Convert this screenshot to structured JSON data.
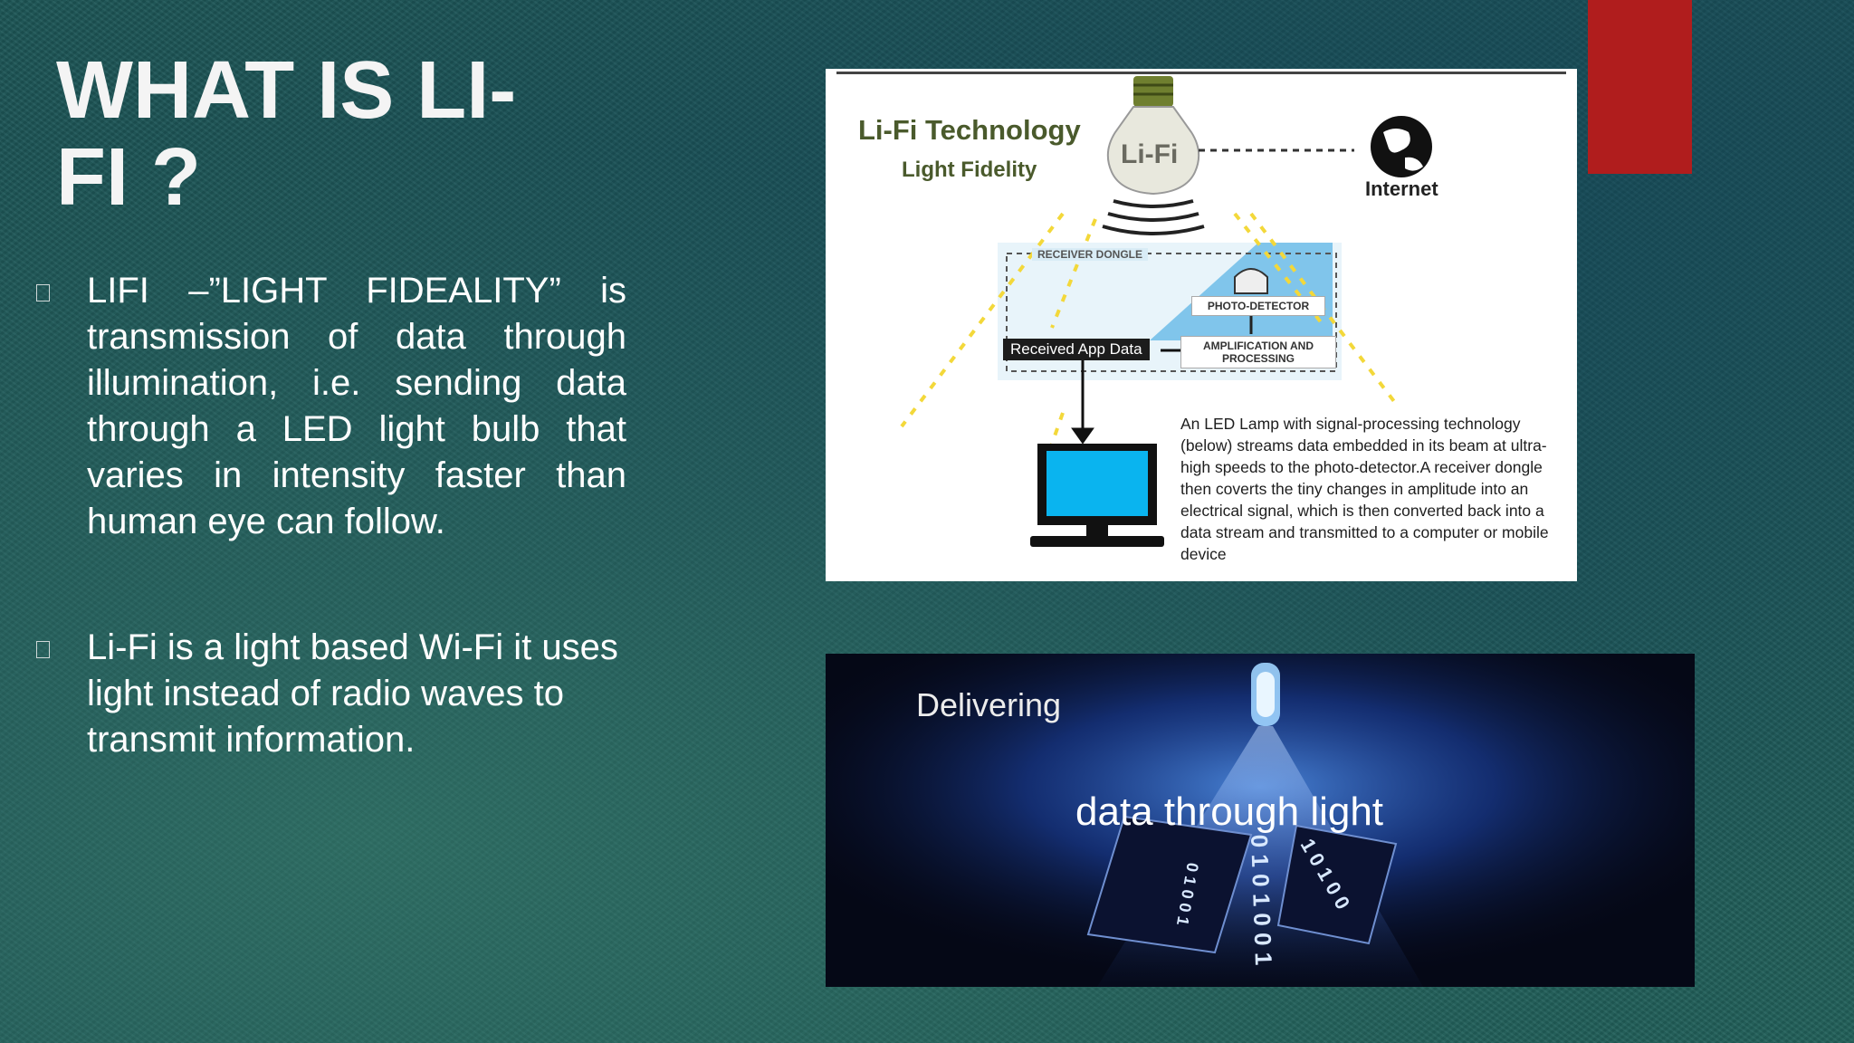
{
  "slide": {
    "title": "WHAT IS LI- FI ?",
    "bullets": [
      "LIFI –”LIGHT FIDEALITY” is transmission of data through illumination, i.e. sending data through a LED light bulb that varies in intensity faster than human eye can follow.",
      "Li-Fi  is a light based Wi-Fi it uses light instead of radio waves to transmit information."
    ],
    "accent_color": "#b01d1d"
  },
  "diagram": {
    "title": "Li-Fi Technology",
    "subtitle": "Light Fidelity",
    "bulb_label": "Li-Fi",
    "internet_label": "Internet",
    "receiver_dongle_label": "RECEIVER DONGLE",
    "photo_detector_label": "PHOTO-DETECTOR",
    "amplification_label": "AMPLIFICATION AND PROCESSING",
    "received_app_label": "Received App Data",
    "description": "An LED Lamp with signal-processing technology (below) streams data embedded in its beam at ultra-high speeds to the photo-detector.A receiver dongle then coverts the tiny changes in amplitude into an electrical signal, which is then converted back into a data stream and transmitted to a computer or mobile device",
    "icons": [
      "light-bulb-icon",
      "globe-icon",
      "computer-monitor-icon"
    ]
  },
  "photo": {
    "line1": "Delivering",
    "line2": "data through light",
    "binary_left": "0 1 0 0 1",
    "binary_mid": "0 1 0 1 0 0 1",
    "binary_right": "1 0 1 0 0"
  }
}
